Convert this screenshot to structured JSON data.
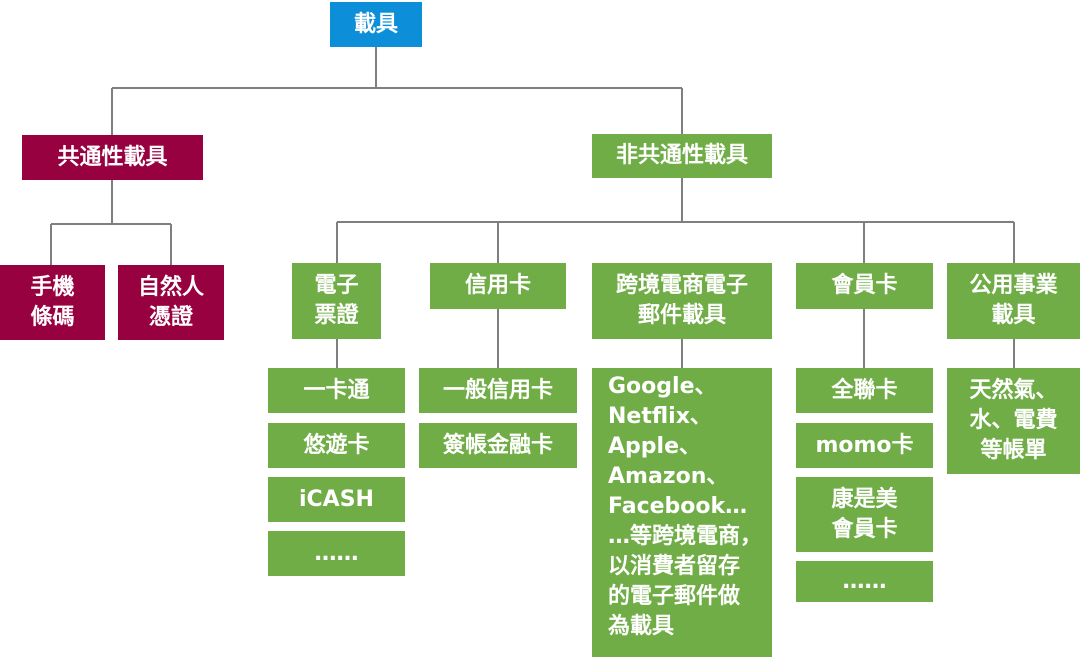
{
  "root": "載具",
  "common": {
    "label": "共通性載具",
    "children": [
      "手機\n條碼",
      "自然人\n憑證"
    ]
  },
  "noncommon": {
    "label": "非共通性載具",
    "categories": [
      {
        "label": "電子\n票證",
        "items": [
          "一卡通",
          "悠遊卡",
          "iCASH",
          "……"
        ]
      },
      {
        "label": "信用卡",
        "items": [
          "一般信用卡",
          "簽帳金融卡"
        ]
      },
      {
        "label": "跨境電商電子\n郵件載具",
        "items": [
          "Google、\nNetflix、\nApple、\nAmazon、\nFacebook…\n…等跨境電商，\n以消費者留存\n的電子郵件做\n為載具"
        ]
      },
      {
        "label": "會員卡",
        "items": [
          "全聯卡",
          "momo卡",
          "康是美\n會員卡",
          "……"
        ]
      },
      {
        "label": "公用事業\n載具",
        "items": [
          "天然氣、\n水、電費\n等帳單"
        ]
      }
    ]
  },
  "colors": {
    "root": "#0c8fd8",
    "common": "#980140",
    "noncommon": "#70ad46",
    "line": "#7f7f7f"
  }
}
